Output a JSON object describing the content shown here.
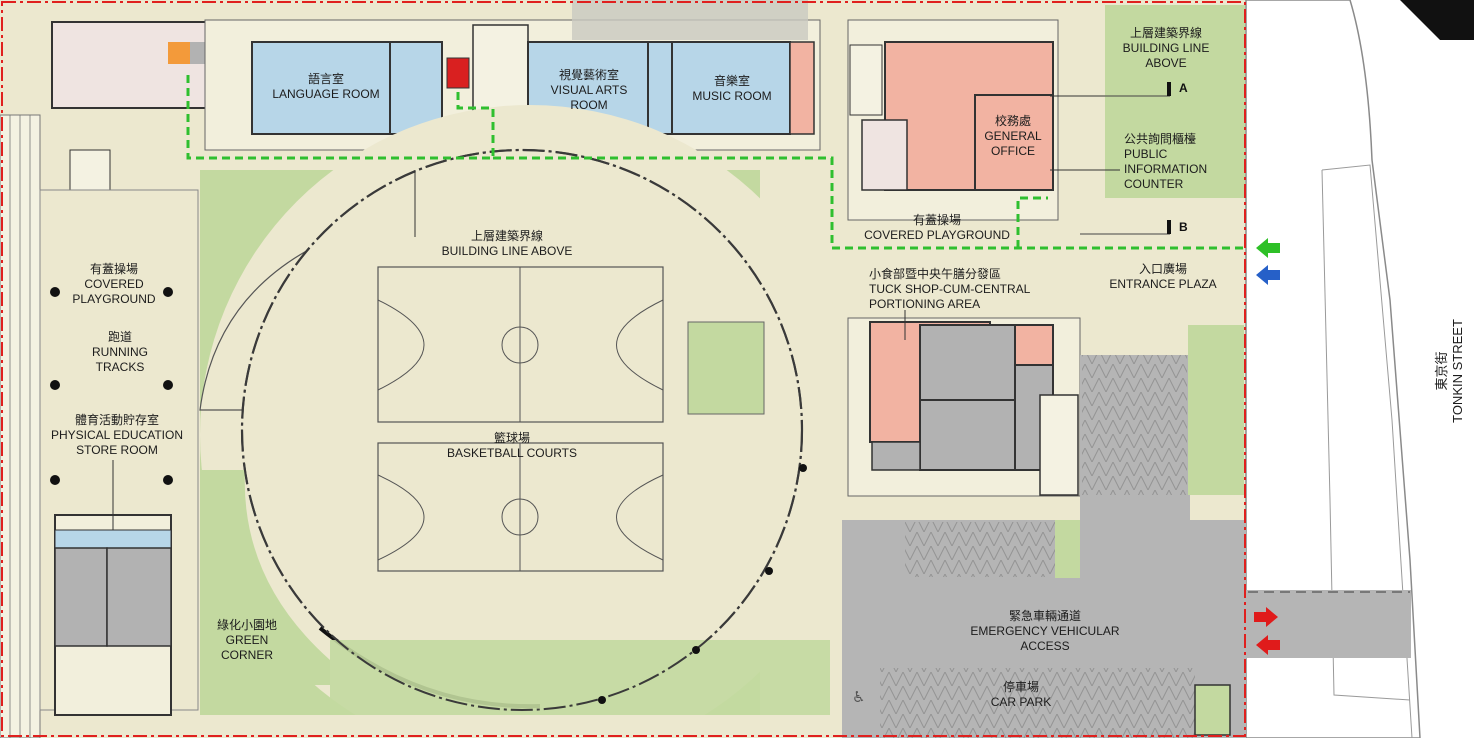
{
  "rooms": {
    "language_room": {
      "zh": "語言室",
      "en": "LANGUAGE ROOM"
    },
    "visual_arts_room": {
      "zh": "視覺藝術室",
      "en1": "VISUAL ARTS",
      "en2": "ROOM"
    },
    "music_room": {
      "zh": "音樂室",
      "en": "MUSIC ROOM"
    },
    "general_office": {
      "zh": "校務處",
      "en1": "GENERAL",
      "en2": "OFFICE"
    },
    "building_line_above_right": {
      "zh": "上層建築界線",
      "en1": "BUILDING LINE",
      "en2": "ABOVE"
    },
    "public_information_counter": {
      "zh": "公共詢問櫃檯",
      "en1": "PUBLIC",
      "en2": "INFORMATION",
      "en3": "COUNTER"
    },
    "covered_playground_top": {
      "zh": "有蓋操場",
      "en": "COVERED PLAYGROUND"
    },
    "building_line_above_center": {
      "zh": "上層建築界線",
      "en": "BUILDING LINE ABOVE"
    },
    "tuck_shop": {
      "zh": "小食部暨中央午膳分發區",
      "en1": "TUCK SHOP-CUM-CENTRAL",
      "en2": "PORTIONING AREA"
    },
    "entrance_plaza": {
      "zh": "入口廣場",
      "en": "ENTRANCE PLAZA"
    },
    "covered_playground_left": {
      "zh": "有蓋操場",
      "en1": "COVERED",
      "en2": "PLAYGROUND"
    },
    "running_tracks": {
      "zh": "跑道",
      "en1": "RUNNING",
      "en2": "TRACKS"
    },
    "pe_store_room": {
      "zh": "體育活動貯存室",
      "en1": "PHYSICAL EDUCATION",
      "en2": "STORE ROOM"
    },
    "basketball_courts": {
      "zh": "籃球場",
      "en": "BASKETBALL COURTS"
    },
    "green_corner": {
      "zh": "綠化小園地",
      "en1": "GREEN",
      "en2": "CORNER"
    },
    "emergency_vehicular_access": {
      "zh": "緊急車輛通道",
      "en1": "EMERGENCY VEHICULAR",
      "en2": "ACCESS"
    },
    "car_park": {
      "zh": "停車場",
      "en": "CAR PARK"
    }
  },
  "street": {
    "zh": "東京街",
    "en": "TONKIN STREET"
  },
  "section_markers": {
    "a": "A",
    "b": "B"
  },
  "colors": {
    "paving": "#ece8cf",
    "green_area": "#c3d9a0",
    "classroom": "#b7d6e8",
    "office": "#f2b3a2",
    "service": "#b2b2b2",
    "lift": "#d92020",
    "toilet": "#efe4e1",
    "boundary": "#e0201e",
    "accessible_route": "#2fbf2f",
    "arrow_green": "#2ec027",
    "arrow_blue": "#2660c8",
    "arrow_red": "#e01b1b"
  }
}
